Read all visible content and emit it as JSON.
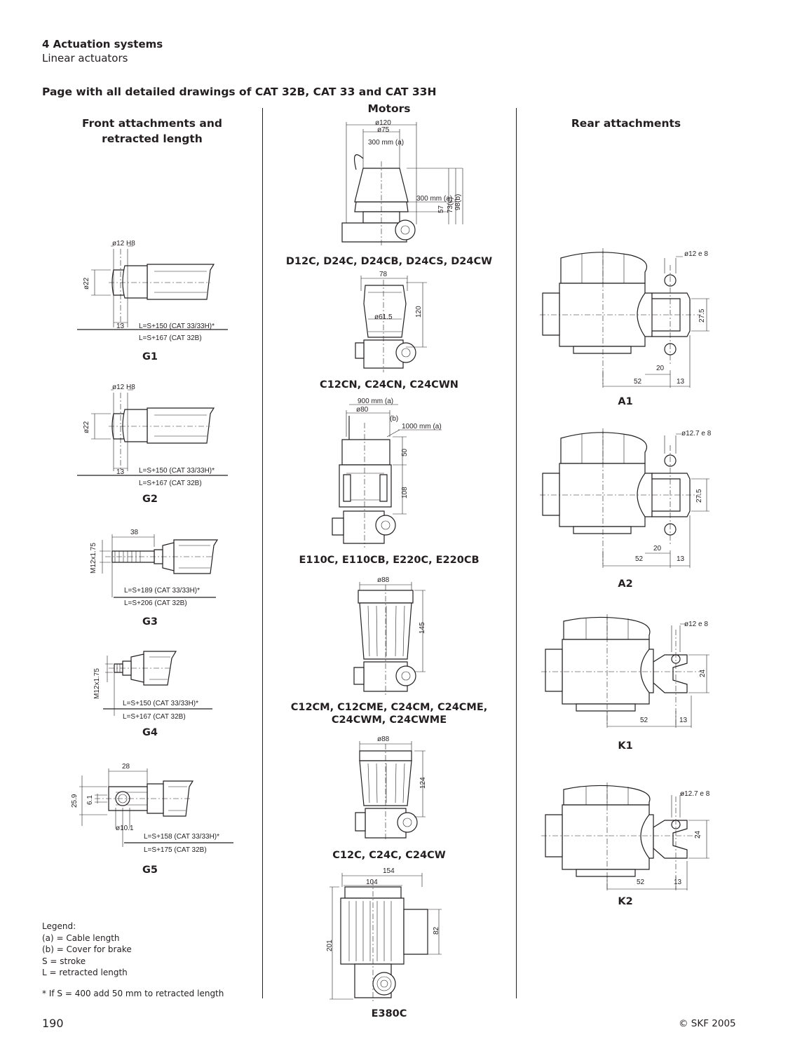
{
  "header": {
    "section": "4 Actuation systems",
    "subsection": "Linear actuators",
    "page_title": "Page with all detailed drawings of CAT 32B, CAT 33 and CAT 33H"
  },
  "columns": {
    "front": "Front attachments and retracted length",
    "motors": "Motors",
    "rear": "Rear attachments"
  },
  "front_attachments": [
    {
      "label": "G1",
      "dims": [
        "ø12 H8",
        "ø22",
        "13",
        "L=S+150 (CAT 33/33H)*",
        "L=S+167 (CAT 32B)"
      ]
    },
    {
      "label": "G2",
      "dims": [
        "ø12 H8",
        "ø22",
        "13",
        "L=S+150 (CAT 33/33H)*",
        "L=S+167 (CAT 32B)"
      ]
    },
    {
      "label": "G3",
      "dims": [
        "38",
        "M12x1.75",
        "L=S+189 (CAT 33/33H)*",
        "L=S+206 (CAT 32B)"
      ]
    },
    {
      "label": "G4",
      "dims": [
        "M12x1.75",
        "L=S+150 (CAT 33/33H)*",
        "L=S+167 (CAT 32B)"
      ]
    },
    {
      "label": "G5",
      "dims": [
        "28",
        "25.9",
        "6.1",
        "ø10.1",
        "L=S+158 (CAT 33/33H)*",
        "L=S+175 (CAT 32B)"
      ]
    }
  ],
  "motors": [
    {
      "label": "D12C, D24C, D24CB, D24CS, D24CW",
      "dims": [
        "ø120",
        "ø75",
        "300 mm (a)",
        "300 mm (a)",
        "57",
        "73(c)",
        "98(b)"
      ]
    },
    {
      "label": "C12CN, C24CN, C24CWN",
      "dims": [
        "78",
        "ø61.5",
        "120"
      ]
    },
    {
      "label": "E110C, E110CB, E220C, E220CB",
      "dims": [
        "900 mm (a)",
        "ø80",
        "(b)",
        "1000 mm (a)",
        "50",
        "108"
      ]
    },
    {
      "label": "C12CM, C12CME, C24CM, C24CME,",
      "label2": "C24CWM, C24CWME",
      "dims": [
        "ø88",
        "145"
      ]
    },
    {
      "label": "C12C, C24C, C24CW",
      "dims": [
        "ø88",
        "124"
      ]
    },
    {
      "label": "E380C",
      "dims": [
        "154",
        "104",
        "82",
        "201"
      ]
    }
  ],
  "rear_attachments": [
    {
      "label": "A1",
      "dims": [
        "ø12 e 8",
        "27.5",
        "20",
        "52",
        "13"
      ]
    },
    {
      "label": "A2",
      "dims": [
        "ø12.7 e 8",
        "27.5",
        "20",
        "52",
        "13"
      ]
    },
    {
      "label": "K1",
      "dims": [
        "ø12 e 8",
        "24",
        "52",
        "13"
      ]
    },
    {
      "label": "K2",
      "dims": [
        "ø12.7 e 8",
        "24",
        "52",
        "13"
      ]
    }
  ],
  "legend": {
    "title": "Legend:",
    "items": [
      "(a) = Cable length",
      "(b) = Cover for brake",
      "S = stroke",
      "L = retracted length"
    ],
    "footnote": "* If S = 400 add 50 mm to retracted length"
  },
  "footer": {
    "page_number": "190",
    "copyright": "© SKF 2005"
  }
}
